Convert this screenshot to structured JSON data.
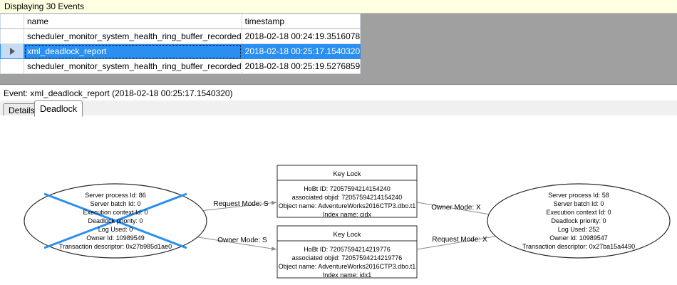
{
  "caption": {
    "text": "Displaying 30 Events"
  },
  "grid": {
    "columns": [
      "",
      "name",
      "timestamp"
    ],
    "rows": [
      {
        "marker": "",
        "name": "scheduler_monitor_system_health_ring_buffer_recorded",
        "timestamp": "2018-02-18 00:24:19.3516078",
        "selected": false
      },
      {
        "marker": "row-selector-arrow",
        "name": "xml_deadlock_report",
        "timestamp": "2018-02-18 00:25:17.1540320",
        "selected": true
      },
      {
        "marker": "",
        "name": "scheduler_monitor_system_health_ring_buffer_recorded",
        "timestamp": "2018-02-18 00:25:19.5276859",
        "selected": false
      }
    ]
  },
  "event_header": {
    "label": "Event: xml_deadlock_report (2018-02-18 00:25:17.1540320)"
  },
  "tabs": [
    {
      "label": "Details",
      "active": false
    },
    {
      "label": "Deadlock",
      "active": true
    }
  ],
  "deadlock_graph": {
    "victim_marker_color": "#2a8ff0",
    "processes": [
      {
        "id": "left-process",
        "is_victim": true,
        "lines": [
          "Server process Id: 86",
          "Server batch Id: 0",
          "Execution context Id: 0",
          "Deadlock priority: 0",
          "Log Used: 0",
          "Owner Id: 10989549",
          "Transaction descriptor: 0x27b985d1ae0"
        ]
      },
      {
        "id": "right-process",
        "is_victim": false,
        "lines": [
          "Server process Id: 58",
          "Server batch Id: 0",
          "Execution context Id: 0",
          "Deadlock priority: 0",
          "Log Used: 252",
          "Owner Id: 10989547",
          "Transaction descriptor: 0x27ba15a4490"
        ]
      }
    ],
    "resources": [
      {
        "id": "top-key-lock",
        "title": "Key Lock",
        "lines": [
          "HoBt ID: 72057594214154240",
          "associated objid: 72057594214154240",
          "Object name: AdventureWorks2016CTP3.dbo.t1",
          "Index name: cidx"
        ]
      },
      {
        "id": "bottom-key-lock",
        "title": "Key Lock",
        "lines": [
          "HoBt ID: 72057594214219776",
          "associated objid: 72057594214219776",
          "Object name: AdventureWorks2016CTP3.dbo.t1",
          "Index name: idx1"
        ]
      }
    ],
    "edges": [
      {
        "id": "edge-left-request-top",
        "label": "Request Mode: S"
      },
      {
        "id": "edge-left-owner-bottom",
        "label": "Owner Mode: S"
      },
      {
        "id": "edge-right-owner-top",
        "label": "Owner Mode: X"
      },
      {
        "id": "edge-right-request-bottom",
        "label": "Request Mode: X"
      }
    ]
  }
}
